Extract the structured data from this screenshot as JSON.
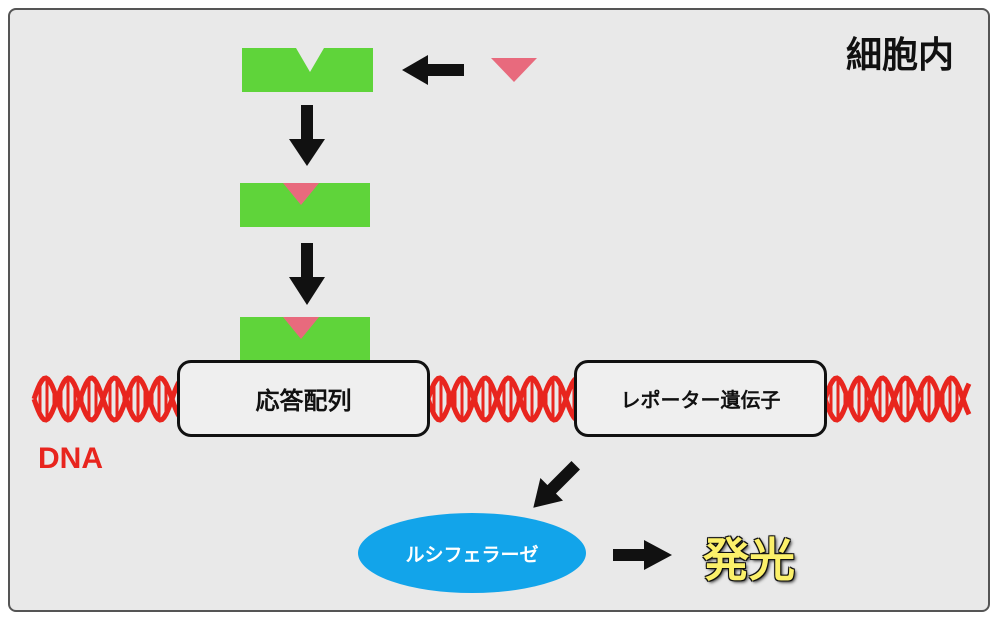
{
  "diagram": {
    "title": "細胞内",
    "dna_label": "DNA",
    "response_element": "応答配列",
    "reporter_gene": "レポーター遺伝子",
    "enzyme": "ルシフェラーゼ",
    "output": "発光"
  },
  "colors": {
    "receptor": "#5fd43a",
    "ligand": "#e86a7d",
    "dna": "#e8251e",
    "enzyme": "#12a4ea",
    "output": "#fbf06a",
    "background": "#e9e9e9"
  }
}
